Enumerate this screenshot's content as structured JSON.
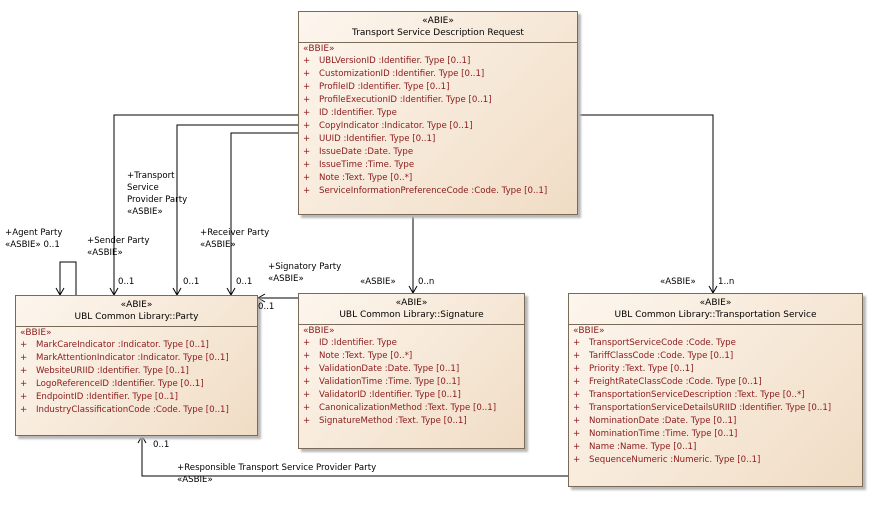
{
  "classes": {
    "request": {
      "stereotype": "«ABIE»",
      "name": "Transport Service Description Request",
      "section": "«BBIE»",
      "attributes": [
        {
          "vis": "+",
          "text": "UBLVersionID  :Identifier. Type [0..1]"
        },
        {
          "vis": "+",
          "text": "CustomizationID  :Identifier. Type [0..1]"
        },
        {
          "vis": "+",
          "text": "ProfileID  :Identifier. Type [0..1]"
        },
        {
          "vis": "+",
          "text": "ProfileExecutionID  :Identifier. Type [0..1]"
        },
        {
          "vis": "+",
          "text": "ID  :Identifier. Type"
        },
        {
          "vis": "+",
          "text": "CopyIndicator  :Indicator. Type [0..1]"
        },
        {
          "vis": "+",
          "text": "UUID  :Identifier. Type [0..1]"
        },
        {
          "vis": "+",
          "text": "IssueDate  :Date. Type"
        },
        {
          "vis": "+",
          "text": "IssueTime  :Time. Type"
        },
        {
          "vis": "+",
          "text": "Note  :Text. Type [0..*]"
        },
        {
          "vis": "+",
          "text": "ServiceInformationPreferenceCode  :Code. Type [0..1]"
        }
      ]
    },
    "party": {
      "stereotype": "«ABIE»",
      "name": "UBL Common Library::Party",
      "section": "«BBIE»",
      "attributes": [
        {
          "vis": "+",
          "text": "MarkCareIndicator  :Indicator. Type [0..1]"
        },
        {
          "vis": "+",
          "text": "MarkAttentionIndicator  :Indicator. Type [0..1]"
        },
        {
          "vis": "+",
          "text": "WebsiteURIID  :Identifier. Type [0..1]"
        },
        {
          "vis": "+",
          "text": "LogoReferenceID  :Identifier. Type [0..1]"
        },
        {
          "vis": "+",
          "text": "EndpointID  :Identifier. Type [0..1]"
        },
        {
          "vis": "+",
          "text": "IndustryClassificationCode  :Code. Type [0..1]"
        }
      ]
    },
    "signature": {
      "stereotype": "«ABIE»",
      "name": "UBL Common Library::Signature",
      "section": "«BBIE»",
      "attributes": [
        {
          "vis": "+",
          "text": "ID  :Identifier. Type"
        },
        {
          "vis": "+",
          "text": "Note  :Text. Type [0..*]"
        },
        {
          "vis": "+",
          "text": "ValidationDate  :Date. Type [0..1]"
        },
        {
          "vis": "+",
          "text": "ValidationTime  :Time. Type [0..1]"
        },
        {
          "vis": "+",
          "text": "ValidatorID  :Identifier. Type [0..1]"
        },
        {
          "vis": "+",
          "text": "CanonicalizationMethod  :Text. Type [0..1]"
        },
        {
          "vis": "+",
          "text": "SignatureMethod  :Text. Type [0..1]"
        }
      ]
    },
    "transport": {
      "stereotype": "«ABIE»",
      "name": "UBL Common Library::Transportation Service",
      "section": "«BBIE»",
      "attributes": [
        {
          "vis": "+",
          "text": "TransportServiceCode  :Code. Type"
        },
        {
          "vis": "+",
          "text": "TariffClassCode  :Code. Type [0..1]"
        },
        {
          "vis": "+",
          "text": "Priority  :Text. Type [0..1]"
        },
        {
          "vis": "+",
          "text": "FreightRateClassCode  :Code. Type [0..1]"
        },
        {
          "vis": "+",
          "text": "TransportationServiceDescription  :Text. Type [0..*]"
        },
        {
          "vis": "+",
          "text": "TransportationServiceDetailsURIID  :Identifier. Type [0..1]"
        },
        {
          "vis": "+",
          "text": "NominationDate  :Date. Type [0..1]"
        },
        {
          "vis": "+",
          "text": "NominationTime  :Time. Type [0..1]"
        },
        {
          "vis": "+",
          "text": "Name  :Name. Type [0..1]"
        },
        {
          "vis": "+",
          "text": "SequenceNumeric  :Numeric. Type [0..1]"
        }
      ]
    }
  },
  "labels": {
    "agent_role": "+Agent Party",
    "agent_stereo": "«ASBIE» 0..1",
    "sender_role": "+Sender Party",
    "sender_stereo": "«ASBIE»",
    "sender_mult": "0..1",
    "tsp_line1": "+Transport",
    "tsp_line2": "Service",
    "tsp_line3": "Provider Party",
    "tsp_line4": "«ASBIE»",
    "tsp_mult": "0..1",
    "receiver_role": "+Receiver Party",
    "receiver_stereo": "«ASBIE»",
    "receiver_mult": "0..1",
    "signatory_role": "+Signatory Party",
    "signatory_stereo": "«ASBIE»",
    "signatory_mult": "0..1",
    "signature_stereo": "«ASBIE»",
    "signature_mult": "0..n",
    "transport_stereo": "«ASBIE»",
    "transport_mult": "1..n",
    "responsible_role": "+Responsible Transport Service Provider Party",
    "responsible_stereo": "«ASBIE»",
    "responsible_mult": "0..1"
  },
  "colors": {
    "attribute_text": "#8b1a1a",
    "class_border": "#7a6a58",
    "class_fill_light": "#fdf6ee",
    "class_fill_dark": "#f0dcc4"
  }
}
